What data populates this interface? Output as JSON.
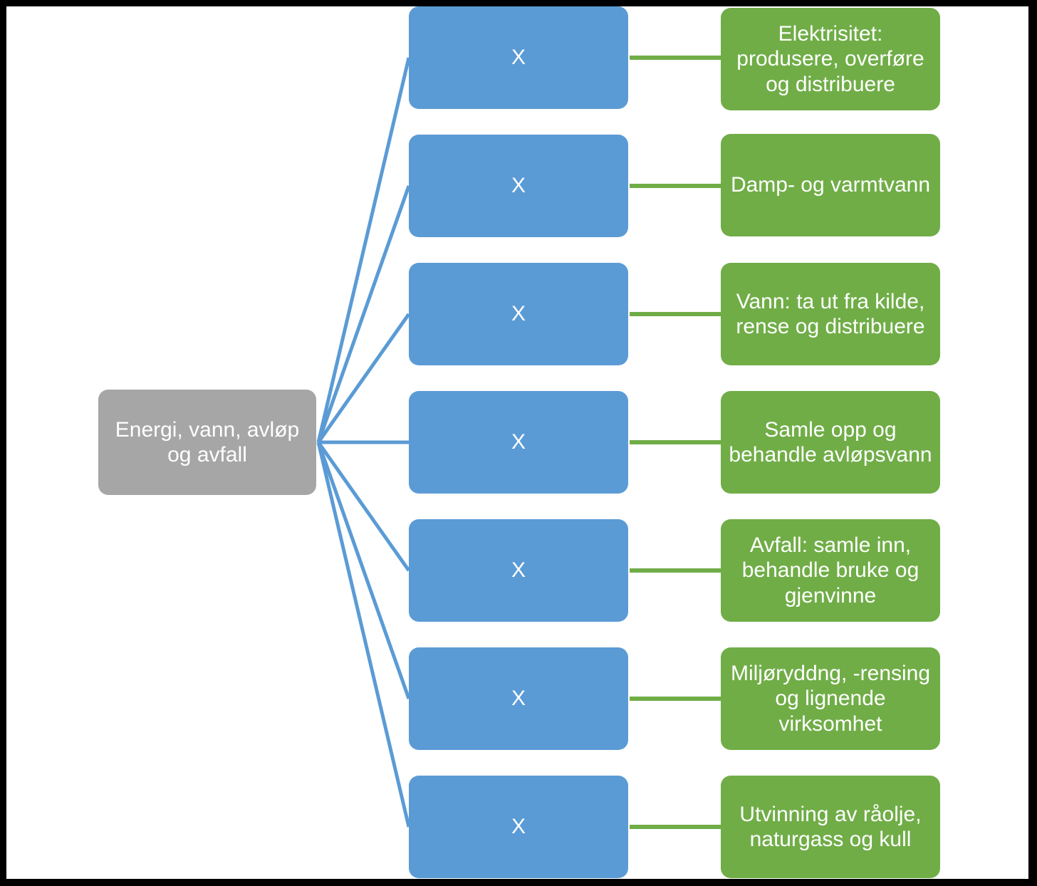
{
  "diagram": {
    "type": "hierarchy-tree",
    "title_text": "Energi, vann, avløp og avfall",
    "colors": {
      "root_fill": "#A6A6A6",
      "mid_fill": "#5B9BD5",
      "leaf_fill": "#70AD47",
      "fan_line": "#5B9BD5",
      "leaf_connector": "#70AD47",
      "text": "#FFFFFF",
      "background": "#FFFFFF",
      "frame": "#000000"
    },
    "root": {
      "label": "Energi, vann, avløp og avfall"
    },
    "branches": [
      {
        "mid_label": "X",
        "leaf_label": "Elektrisitet: produsere, overføre og distribuere"
      },
      {
        "mid_label": "X",
        "leaf_label": "Damp- og varmtvann"
      },
      {
        "mid_label": "X",
        "leaf_label": "Vann: ta ut fra kilde, rense og distribuere"
      },
      {
        "mid_label": "X",
        "leaf_label": "Samle opp og behandle avløpsvann"
      },
      {
        "mid_label": "X",
        "leaf_label": "Avfall: samle inn, behandle bruke og gjenvinne"
      },
      {
        "mid_label": "X",
        "leaf_label": "Miljøryddng, -rensing og lignende virksomhet"
      },
      {
        "mid_label": "X",
        "leaf_label": "Utvinning av råolje, naturgass og kull"
      }
    ]
  }
}
